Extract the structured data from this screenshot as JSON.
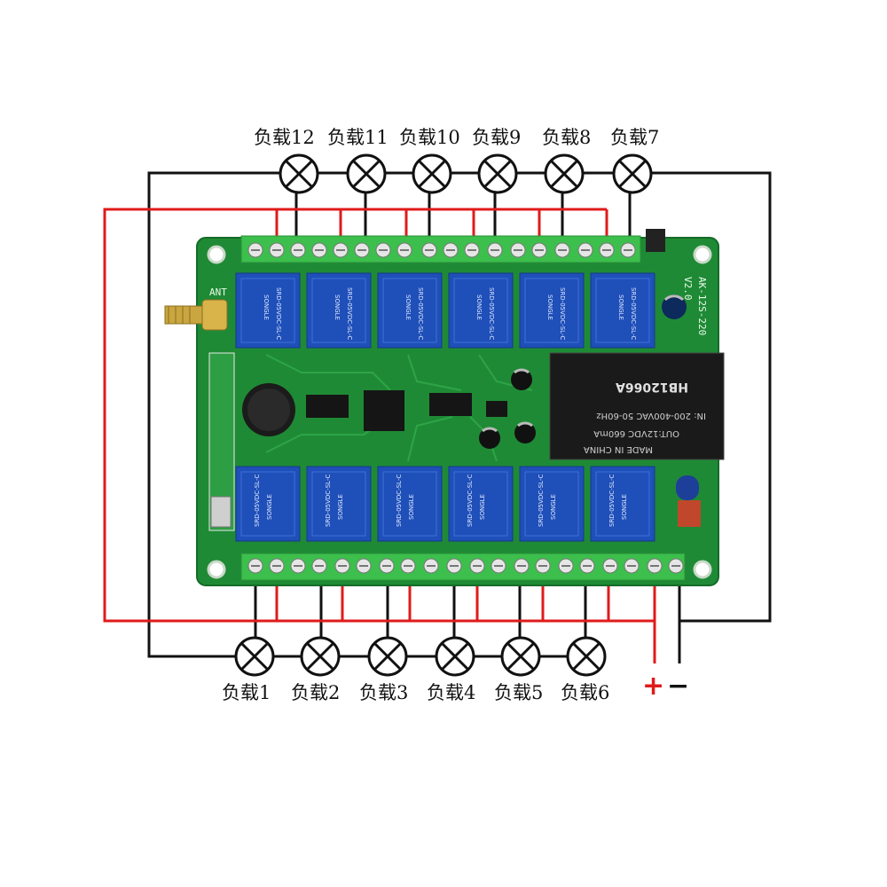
{
  "top_loads": [
    {
      "label": "负载12",
      "terminal": 1
    },
    {
      "label": "负载11",
      "terminal": 2
    },
    {
      "label": "负载10",
      "terminal": 3
    },
    {
      "label": "负载9",
      "terminal": 4
    },
    {
      "label": "负载8",
      "terminal": 5
    },
    {
      "label": "负载7",
      "terminal": 6
    }
  ],
  "bottom_loads": [
    {
      "label": "负载1",
      "terminal": 1
    },
    {
      "label": "负载2",
      "terminal": 2
    },
    {
      "label": "负载3",
      "terminal": 3
    },
    {
      "label": "负载4",
      "terminal": 4
    },
    {
      "label": "负载5",
      "terminal": 5
    },
    {
      "label": "负载6",
      "terminal": 6
    }
  ],
  "power": {
    "plus": "+",
    "minus": "−"
  },
  "board": {
    "antenna_label": "ANT",
    "model_label": "AK-12S-220",
    "version_label": "V2.0",
    "relay_text": "SRD-05VDC-SL-C",
    "relay_brand": "SONGLE",
    "relay_count": 12,
    "power_module": {
      "brand": "HB12066A",
      "input": "IN: 200-400VAC  50-60Hz",
      "output": "OUT:12VDC 660mA",
      "made_in": "MADE IN CHINA"
    }
  },
  "colors": {
    "positive_wire": "#e01b1b",
    "negative_wire": "#111111",
    "pcb": "#1f8a35",
    "terminal_block": "#39b84a",
    "relay": "#1f4fb8"
  }
}
